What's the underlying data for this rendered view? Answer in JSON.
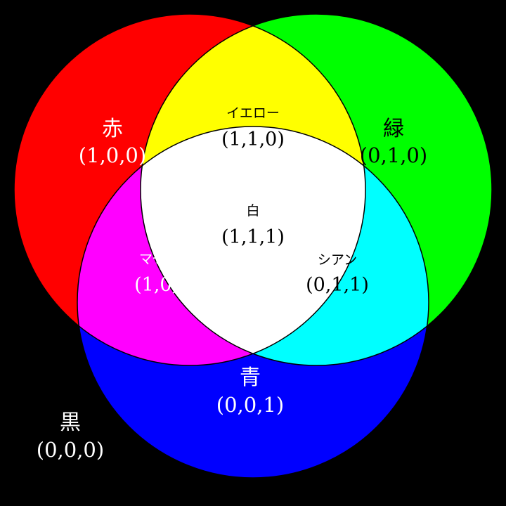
{
  "regions": {
    "red": {
      "name": "赤",
      "code": "(1,0,0)",
      "fill": "#ff0000",
      "text_color": "#ffffff"
    },
    "green": {
      "name": "緑",
      "code": "(0,1,0)",
      "fill": "#00ff00",
      "text_color": "#000000"
    },
    "blue": {
      "name": "青",
      "code": "(0,0,1)",
      "fill": "#0000ff",
      "text_color": "#ffffff"
    },
    "yellow": {
      "name": "イエロー",
      "code": "(1,1,0)",
      "fill": "#ffff00",
      "text_color": "#000000"
    },
    "magenta": {
      "name": "マゼンタ",
      "code": "(1,0,1)",
      "fill": "#ff00ff",
      "text_color": "#ffffff"
    },
    "cyan": {
      "name": "シアン",
      "code": "(0,1,1)",
      "fill": "#00ffff",
      "text_color": "#000000"
    },
    "white": {
      "name": "白",
      "code": "(1,1,1)",
      "fill": "#ffffff",
      "text_color": "#000000"
    },
    "black": {
      "name": "黒",
      "code": "(0,0,0)",
      "fill": "#000000",
      "text_color": "#ffffff"
    }
  }
}
